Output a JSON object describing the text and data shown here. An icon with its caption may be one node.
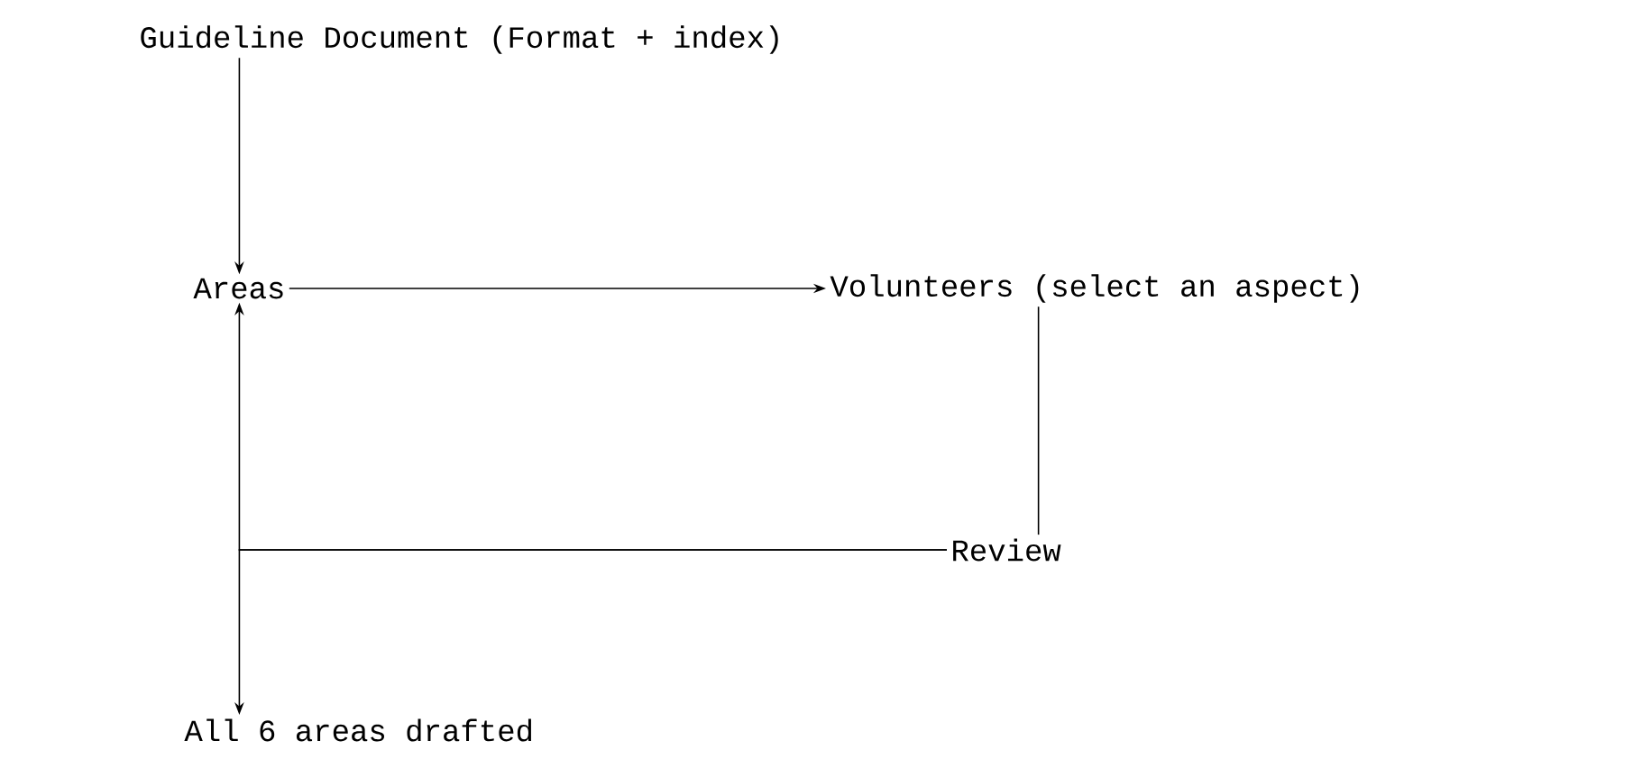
{
  "diagram": {
    "nodes": [
      {
        "text": [
          "Guideline Document (Format + index)"
        ]
      },
      {
        "text": [
          "Areas"
        ]
      },
      {
        "text": [
          "Volunteers (select an aspect)"
        ]
      },
      {
        "text": [
          "Review"
        ]
      },
      {
        "text": [
          "All 6 areas drafted"
        ]
      }
    ],
    "edges": [
      {
        "from": 0,
        "to": 1,
        "arrow": "to"
      },
      {
        "from": 1,
        "to": 2,
        "arrow": "to"
      },
      {
        "from": 2,
        "to": 3,
        "arrow": "none"
      },
      {
        "from": 3,
        "to": 1,
        "arrow": "to"
      },
      {
        "from": 3,
        "to": 4,
        "arrow": "to"
      }
    ]
  }
}
